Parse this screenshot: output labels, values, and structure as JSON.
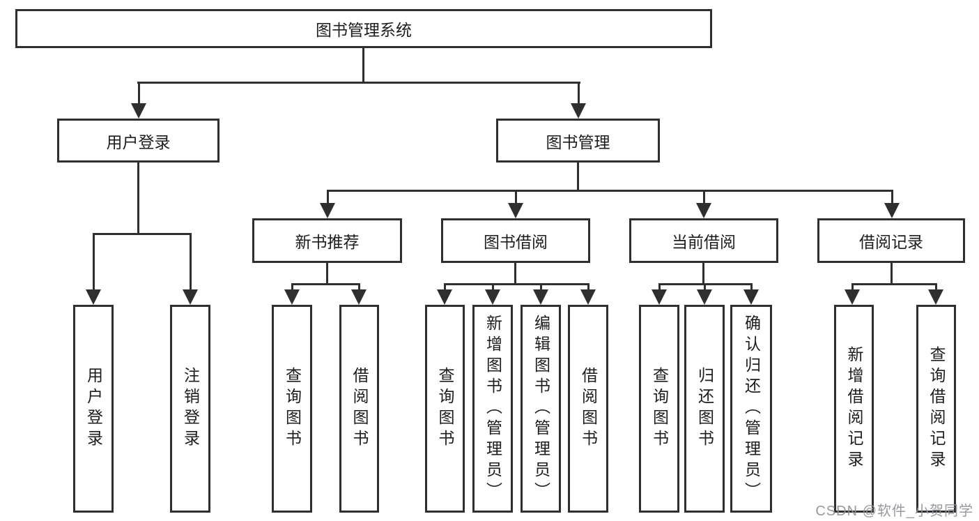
{
  "colors": {
    "line": "#2f2f2f",
    "node_border": "#2f2f2f",
    "node_background": "#ffffff",
    "text": "#1d1d1d",
    "watermark": "#91929c",
    "page_background": "#ffffff"
  },
  "watermark": "CSDN @软件_小贺同学",
  "nodes": {
    "root": {
      "label": "图书管理系统"
    },
    "branches": [
      {
        "label": "用户登录",
        "children": [
          "用户登录",
          "注销登录"
        ]
      },
      {
        "label": "图书管理",
        "children": [
          {
            "label": "新书推荐",
            "children": [
              "查询图书",
              "借阅图书"
            ]
          },
          {
            "label": "图书借阅",
            "children": [
              "查询图书",
              "新增图书（管理员）",
              "编辑图书（管理员）",
              "借阅图书"
            ]
          },
          {
            "label": "当前借阅",
            "children": [
              "查询图书",
              "归还图书",
              "确认归还（管理员）"
            ]
          },
          {
            "label": "借阅记录",
            "children": [
              "新增借阅记录",
              "查询借阅记录"
            ]
          }
        ]
      }
    ]
  }
}
